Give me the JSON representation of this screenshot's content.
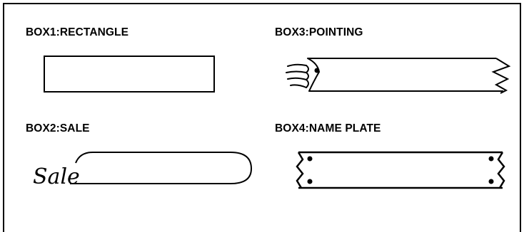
{
  "boxes": [
    {
      "id": "box1",
      "label": "BOX1:RECTANGLE",
      "style": "rectangle"
    },
    {
      "id": "box2",
      "label": "BOX2:SALE",
      "style": "sale",
      "script_text": "Sale"
    },
    {
      "id": "box3",
      "label": "BOX3:POINTING",
      "style": "pointing-hand-banner"
    },
    {
      "id": "box4",
      "label": "BOX4:NAME PLATE",
      "style": "name-plate"
    }
  ]
}
